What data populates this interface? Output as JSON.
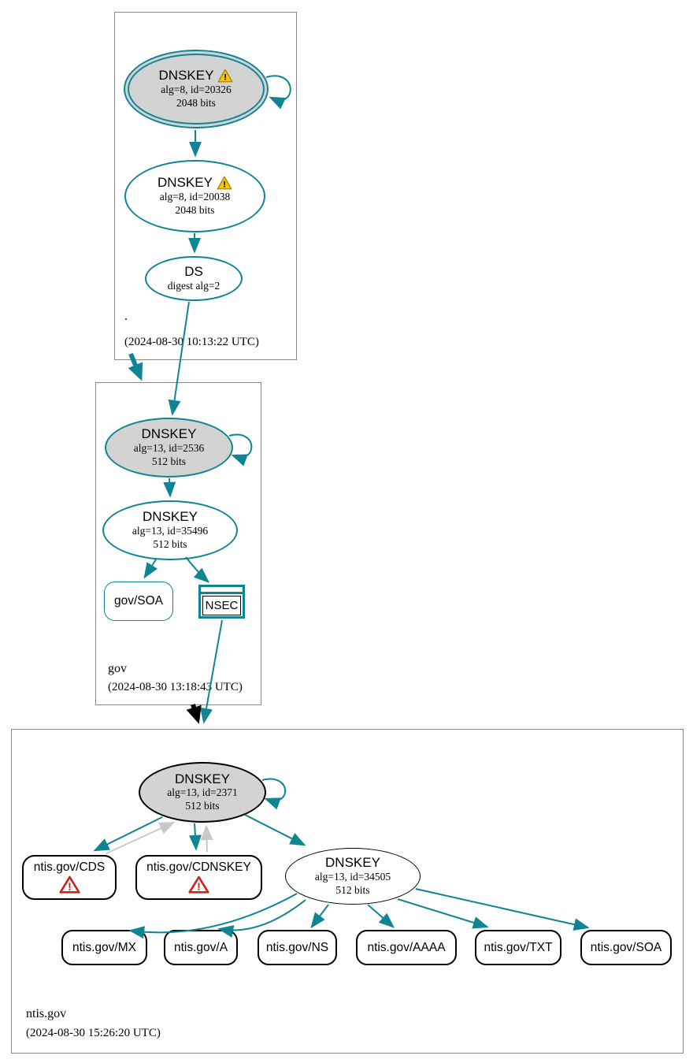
{
  "colors": {
    "teal": "#0F8594",
    "node_fill_gray": "#d3d3d3",
    "arrow_gray": "#c9c9c9",
    "warning_yellow": "#F5C400",
    "error_red": "#D22019",
    "box_border_gray": "#888888"
  },
  "zones": [
    {
      "name": ".",
      "timestamp": "(2024-08-30 10:13:22 UTC)",
      "ksk": {
        "title": "DNSKEY",
        "alg": "alg=8, id=20326",
        "bits": "2048 bits",
        "warning": true
      },
      "zsk": {
        "title": "DNSKEY",
        "alg": "alg=8, id=20038",
        "bits": "2048 bits",
        "warning": true
      },
      "ds": {
        "title": "DS",
        "alg": "digest alg=2"
      }
    },
    {
      "name": "gov",
      "timestamp": "(2024-08-30 13:18:43 UTC)",
      "ksk": {
        "title": "DNSKEY",
        "alg": "alg=13, id=2536",
        "bits": "512 bits"
      },
      "zsk": {
        "title": "DNSKEY",
        "alg": "alg=13, id=35496",
        "bits": "512 bits"
      },
      "soa_label": "gov/SOA",
      "nsec_label": "NSEC"
    },
    {
      "name": "ntis.gov",
      "timestamp": "(2024-08-30 15:26:20 UTC)",
      "ksk": {
        "title": "DNSKEY",
        "alg": "alg=13, id=2371",
        "bits": "512 bits"
      },
      "zsk": {
        "title": "DNSKEY",
        "alg": "alg=13, id=34505",
        "bits": "512 bits"
      },
      "cds_label": "ntis.gov/CDS",
      "cdnskey_label": "ntis.gov/CDNSKEY",
      "records": [
        "ntis.gov/MX",
        "ntis.gov/A",
        "ntis.gov/NS",
        "ntis.gov/AAAA",
        "ntis.gov/TXT",
        "ntis.gov/SOA"
      ]
    }
  ]
}
